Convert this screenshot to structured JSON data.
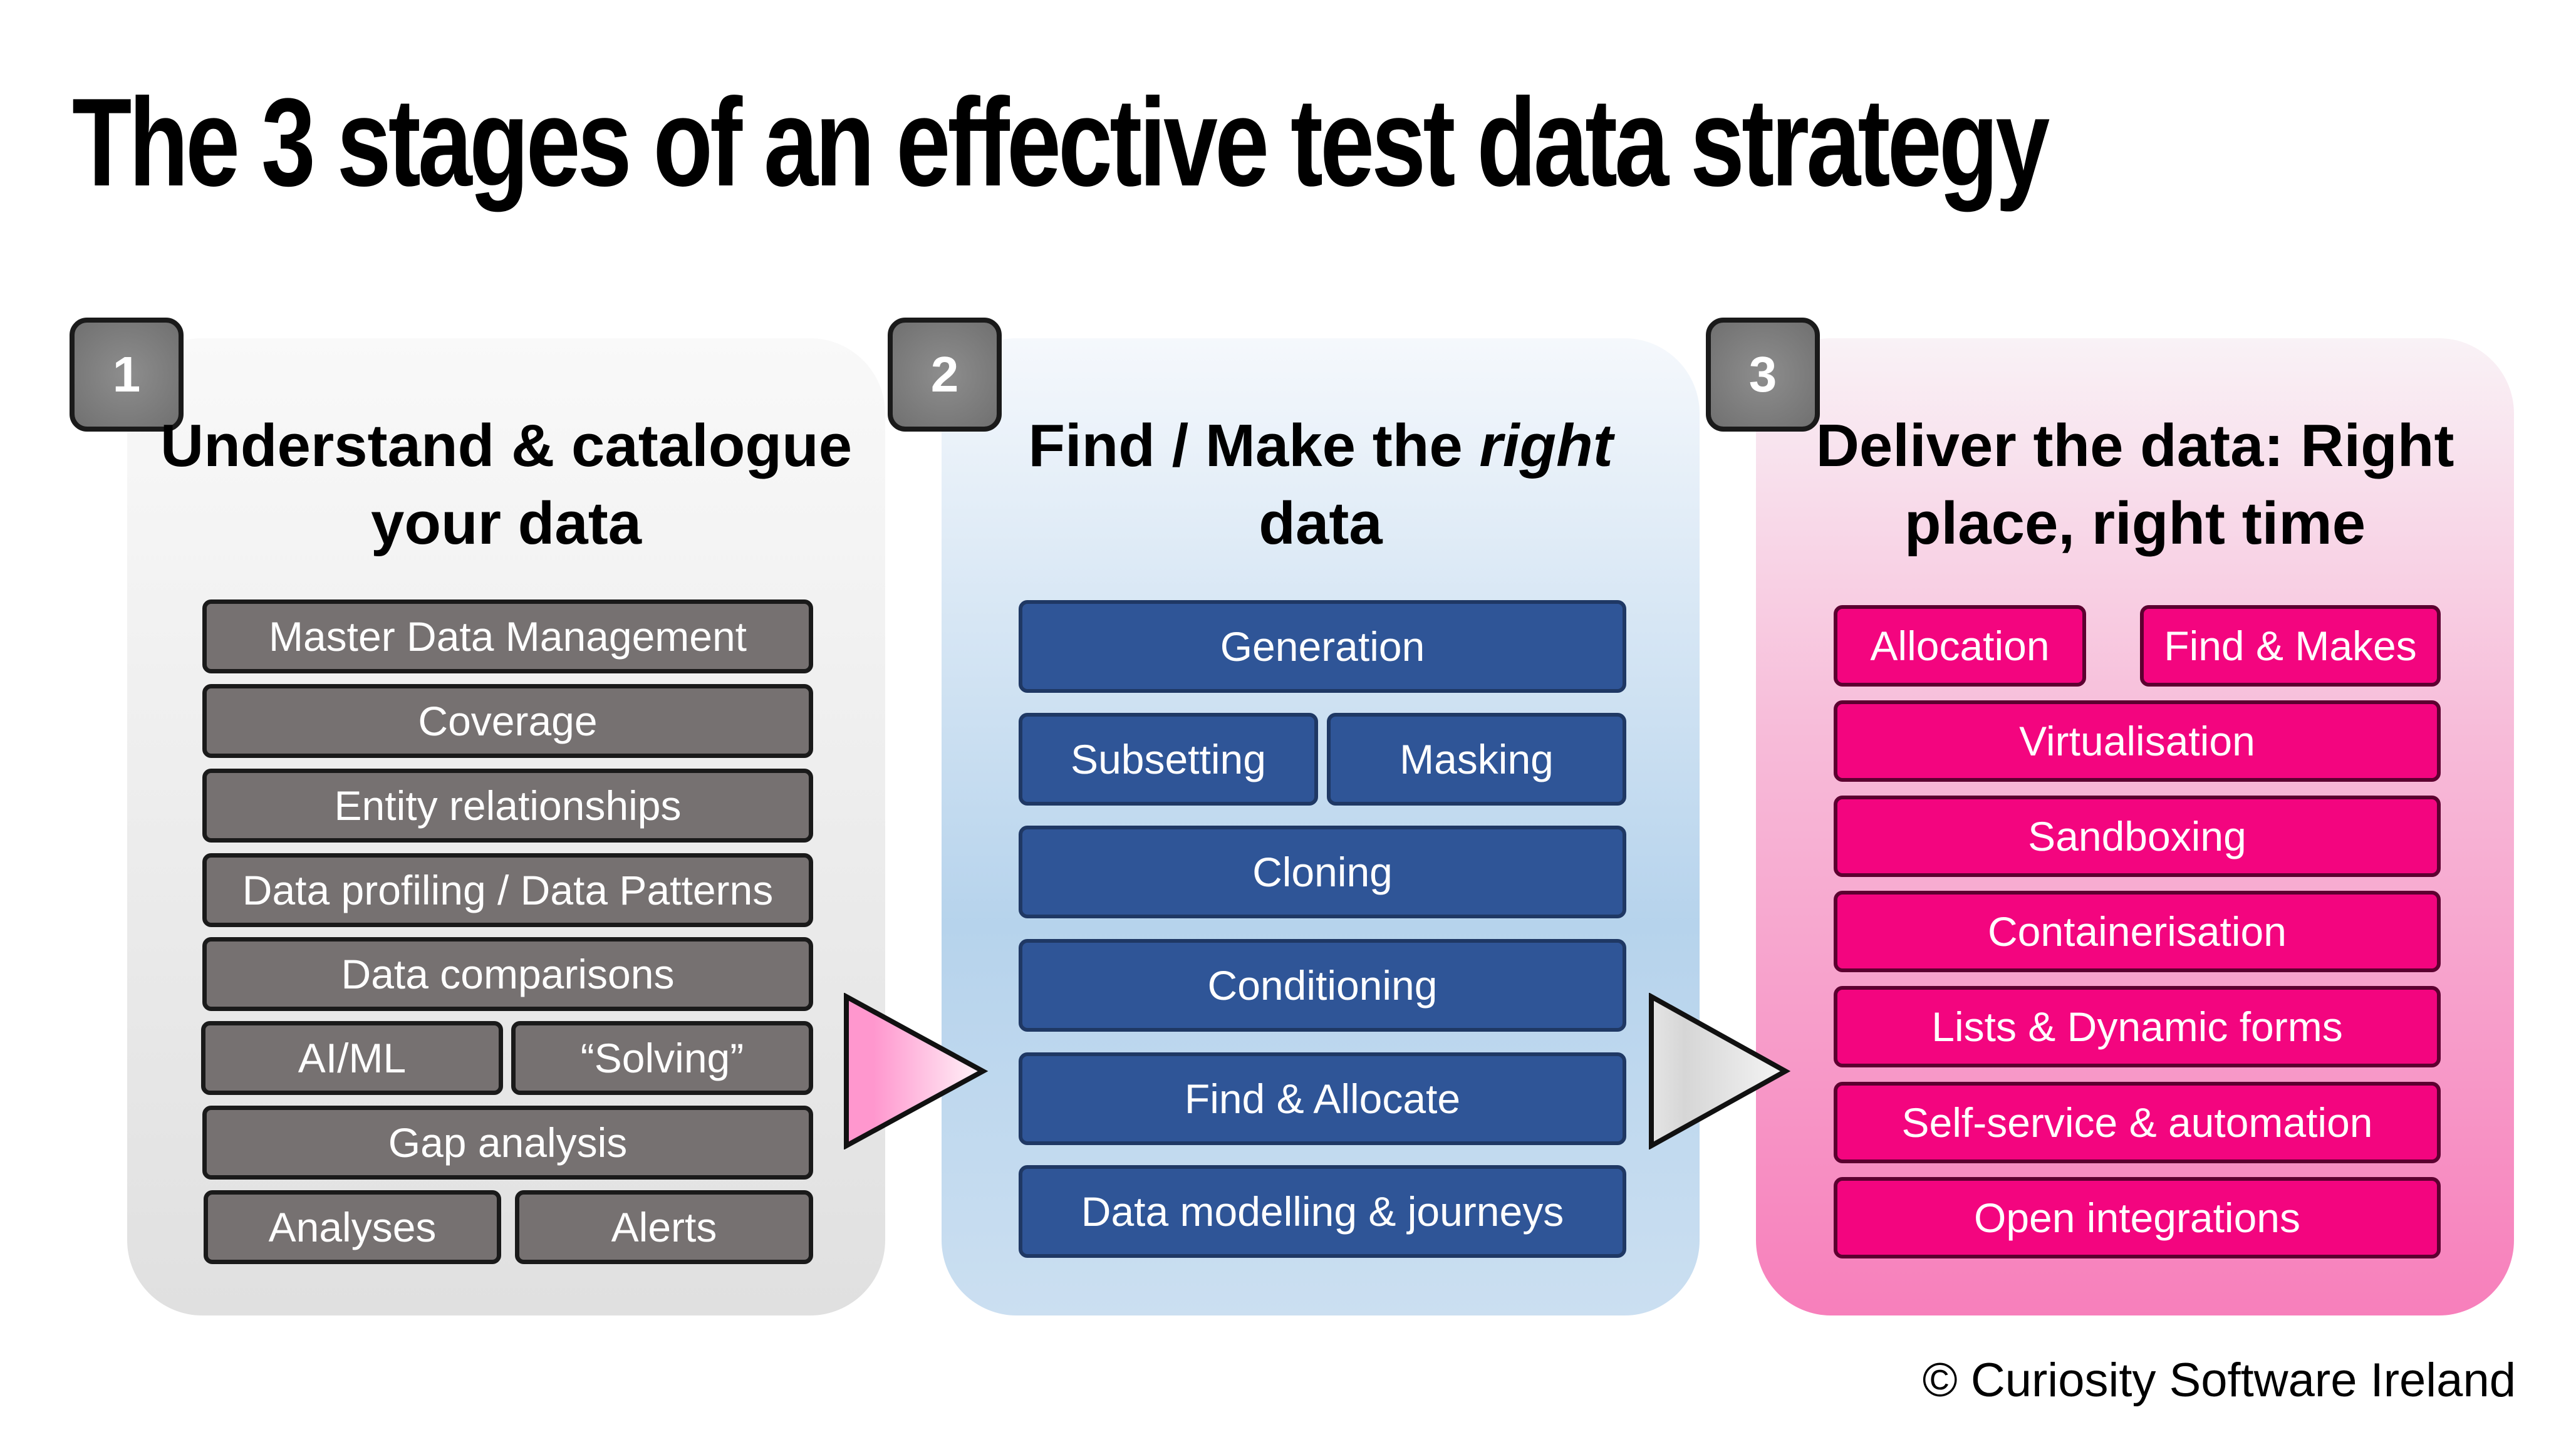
{
  "title": "The 3 stages of an effective test data strategy",
  "stages": [
    {
      "number": "1",
      "title_line1": "Understand & catalogue",
      "title_line2": "your data",
      "color": "#767171",
      "items": [
        "Master Data Management",
        "Coverage",
        "Entity relationships",
        "Data profiling / Data Patterns",
        "Data comparisons",
        "AI/ML",
        "“Solving”",
        "Gap analysis",
        "Analyses",
        "Alerts"
      ]
    },
    {
      "number": "2",
      "title_pre": "Find / Make the ",
      "title_em": "right",
      "title_line2": "data",
      "color": "#2f5597",
      "items": [
        "Generation",
        "Subsetting",
        "Masking",
        "Cloning",
        "Conditioning",
        "Find & Allocate",
        "Data modelling & journeys"
      ]
    },
    {
      "number": "3",
      "title_line1": "Deliver the data: Right",
      "title_line2": "place, right time",
      "color": "#f3057f",
      "items": [
        "Allocation",
        "Find & Makes",
        "Virtualisation",
        "Sandboxing",
        "Containerisation",
        "Lists & Dynamic forms",
        "Self-service & automation",
        "Open integrations"
      ]
    }
  ],
  "copyright": "© Curiosity Software Ireland"
}
